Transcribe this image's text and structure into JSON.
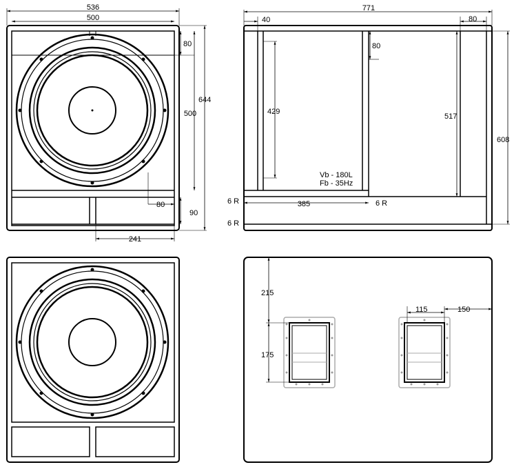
{
  "front_view": {
    "dims": {
      "overall_width": "536",
      "baffle_width": "500",
      "overall_height": "644",
      "driver_section_height": "500",
      "top_inset": "80",
      "bottom_inset": "80",
      "port_height": "90",
      "port_width": "241"
    }
  },
  "side_view": {
    "dims": {
      "overall_depth": "771",
      "front_offset": "40",
      "rear_offset": "80",
      "top_gap": "80",
      "inner_height": "429",
      "rear_height": "517",
      "overall_height": "608",
      "port_length": "385",
      "radius_top": "6 R",
      "radius_bottom": "6 R",
      "radius_port": "6 R"
    },
    "specs": {
      "vb": "Vb - 180L",
      "fb": "Fb - 35Hz"
    }
  },
  "rear_view": {
    "dims": {
      "top_offset": "215",
      "handle_height": "175",
      "handle_width": "115",
      "side_offset": "150"
    }
  }
}
